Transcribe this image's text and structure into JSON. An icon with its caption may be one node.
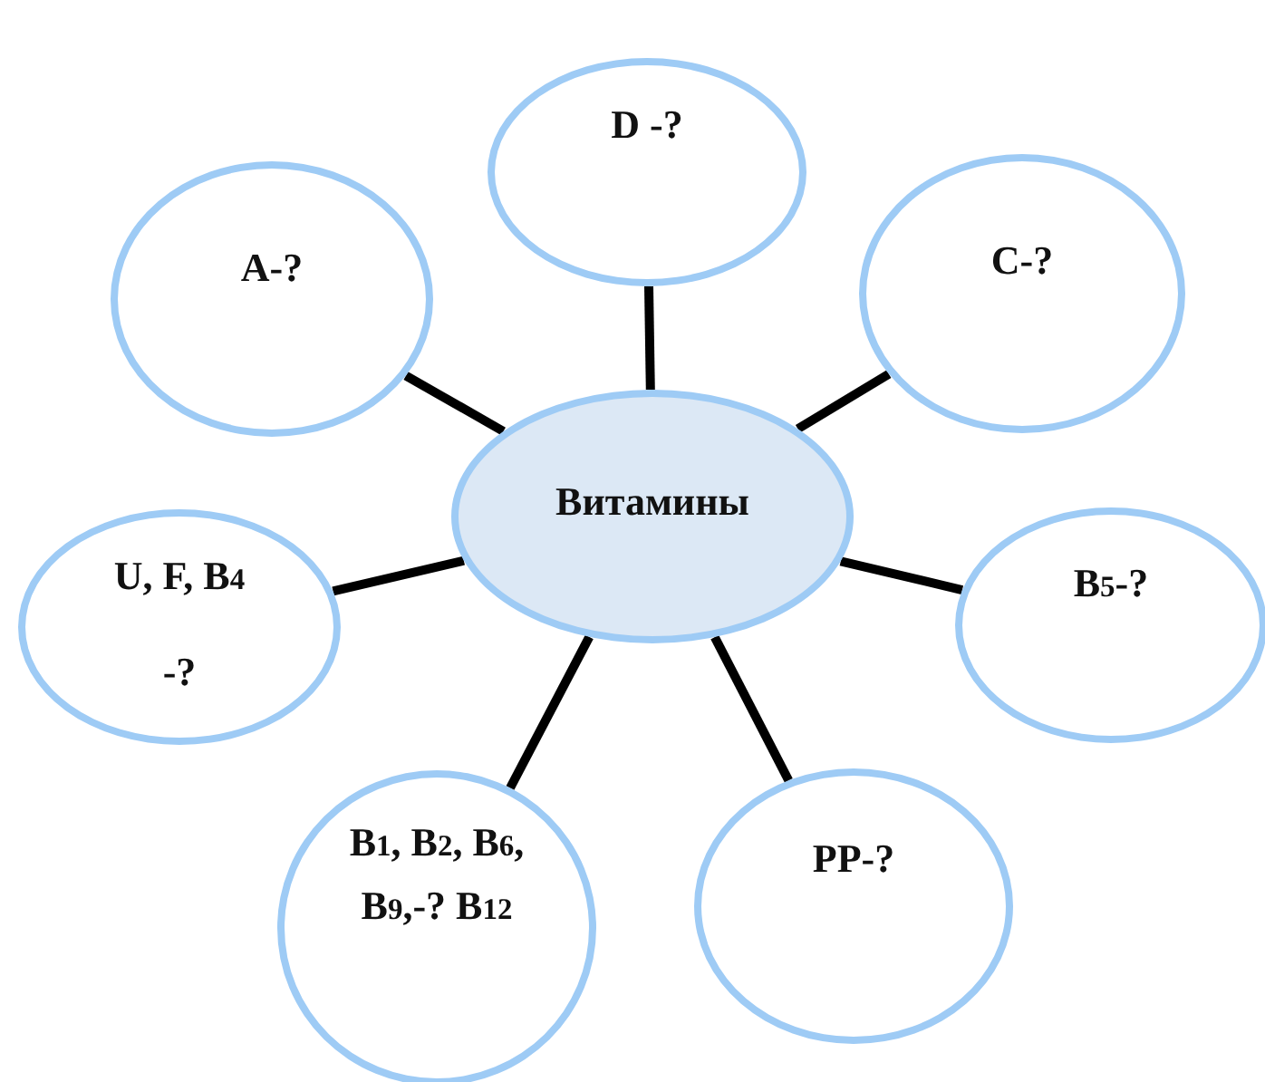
{
  "diagram": {
    "nodes": [
      {
        "text": [
          "Витамины"
        ]
      },
      {
        "text": [
          "D -?"
        ]
      },
      {
        "text": [
          "A-?"
        ]
      },
      {
        "text": [
          "C-?"
        ]
      },
      {
        "text": [
          "U, F, B$_{4}$",
          "-?"
        ]
      },
      {
        "text": [
          "B$_{5}$-?"
        ]
      },
      {
        "text": [
          "B$_{1}$, B$_{2}$, B$_{6}$, B$_{9}$,-? B$_{12}$"
        ]
      },
      {
        "text": [
          "PP-?"
        ]
      }
    ],
    "edges": [
      {
        "from": 0,
        "to": 1,
        "arrow": "none"
      },
      {
        "from": 0,
        "to": 2,
        "arrow": "none"
      },
      {
        "from": 0,
        "to": 3,
        "arrow": "none"
      },
      {
        "from": 0,
        "to": 4,
        "arrow": "none"
      },
      {
        "from": 0,
        "to": 5,
        "arrow": "none"
      },
      {
        "from": 0,
        "to": 6,
        "arrow": "none"
      },
      {
        "from": 0,
        "to": 7,
        "arrow": "none"
      }
    ]
  }
}
